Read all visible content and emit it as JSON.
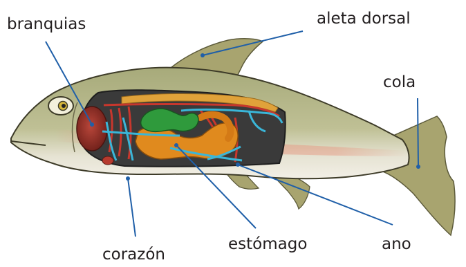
{
  "diagram": {
    "labels": {
      "gills": "branquias",
      "dorsal_fin": "aleta dorsal",
      "tail": "cola",
      "heart": "corazón",
      "stomach": "estómago",
      "anus": "ano"
    },
    "colors": {
      "body": "#b7b98a",
      "belly": "#e9e6d8",
      "fin": "#a8a46f",
      "cavity": "#3a3a3a",
      "stomach": "#e08a1e",
      "liver": "#2f9a3c",
      "vessels_blue": "#3ab6d8",
      "vessels_red": "#c8372d",
      "gill": "#8e2a22",
      "leader": "#1f5fa8"
    }
  }
}
